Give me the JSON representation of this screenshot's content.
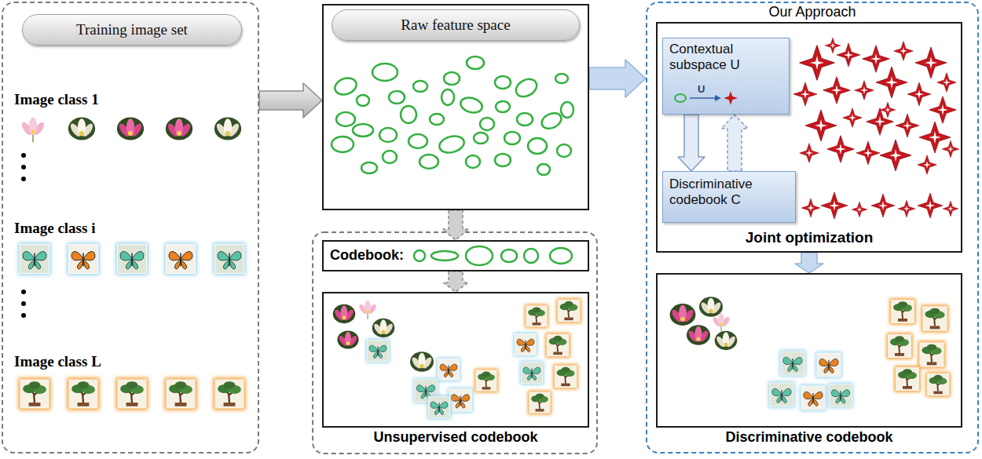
{
  "diagram": {
    "nodes": [
      {
        "text": [
          "Training image set",
          "Image class 1",
          "Image class i",
          "Image class L"
        ]
      },
      {
        "text": [
          "Raw feature space"
        ]
      },
      {
        "text": [
          "Codebook:"
        ]
      },
      {
        "text": [
          "Unsupervised codebook"
        ]
      },
      {
        "text": [
          "Our Approach"
        ]
      },
      {
        "text": [
          "Joint optimization"
        ],
        "in": 4
      },
      {
        "text": [
          "Contextual subspace U",
          "U"
        ],
        "in": 5
      },
      {
        "text": [
          "Discriminative codebook C"
        ],
        "in": 5
      },
      {
        "text": [
          "Discriminative codebook"
        ],
        "in": 4
      }
    ],
    "edges": [
      {
        "from": 0,
        "to": 1,
        "arrow": "to"
      },
      {
        "from": 1,
        "to": 2,
        "arrow": "to"
      },
      {
        "from": 2,
        "to": 3,
        "arrow": "to"
      },
      {
        "from": 1,
        "to": 4,
        "arrow": "to"
      },
      {
        "from": 6,
        "to": 7,
        "arrow": "to"
      },
      {
        "from": 7,
        "to": 6,
        "arrow": "to"
      },
      {
        "from": 5,
        "to": 8,
        "arrow": "to"
      }
    ]
  }
}
